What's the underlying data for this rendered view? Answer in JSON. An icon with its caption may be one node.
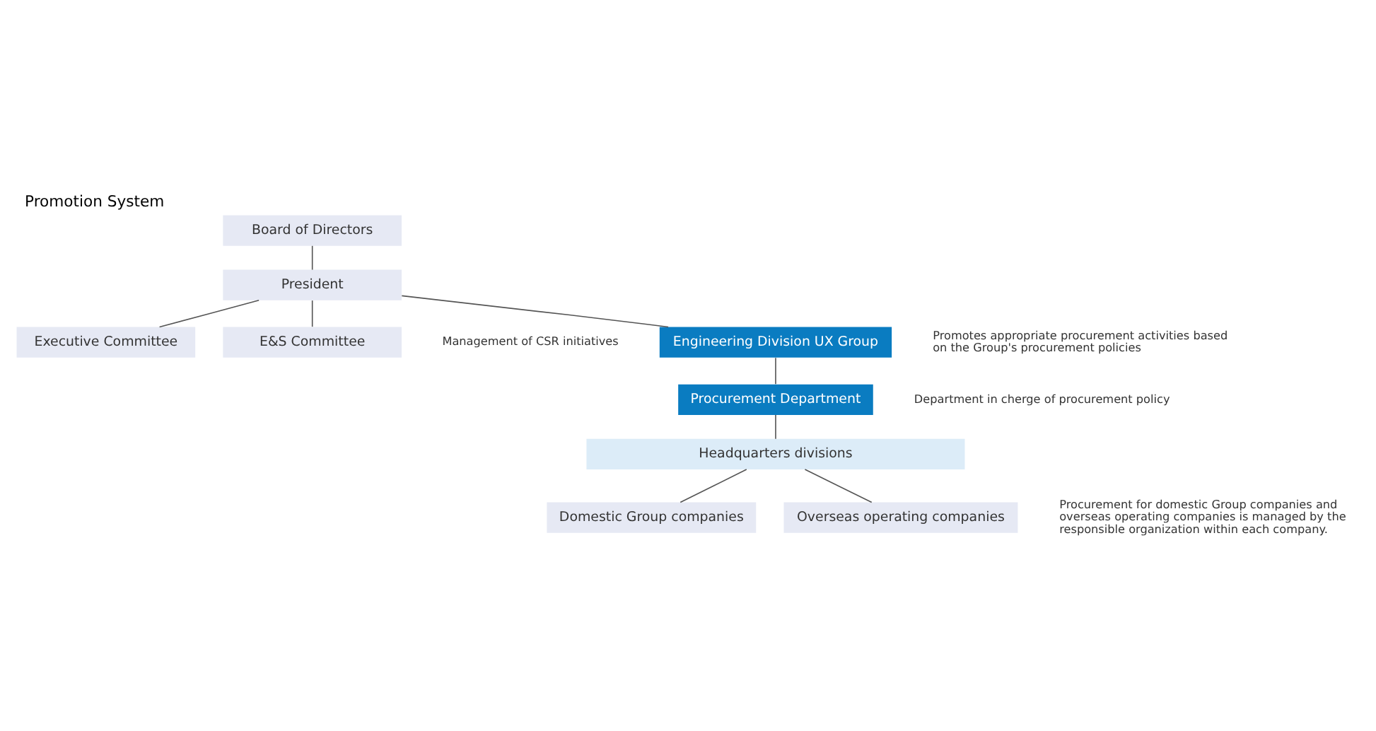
{
  "diagram": {
    "title": "Promotion System",
    "nodes": [
      {
        "text": [
          "Board of Directors"
        ]
      },
      {
        "text": [
          "President"
        ]
      },
      {
        "text": [
          "Executive Committee"
        ]
      },
      {
        "text": [
          "E&S Committee"
        ],
        "beside": [
          "Management of CSR initiatives"
        ]
      },
      {
        "text": [
          "Engineering Division UX Group"
        ],
        "beside": [
          "Promotes appropriate procurement activities based on the Group's procurement policies"
        ]
      },
      {
        "text": [
          "Procurement Department"
        ],
        "beside": [
          "Department in cherge of procurement policy"
        ]
      },
      {
        "text": [
          "Headquarters divisions"
        ]
      },
      {
        "text": [
          "Domestic Group companies"
        ]
      },
      {
        "text": [
          "Overseas operating companies"
        ]
      }
    ],
    "edges": [
      {
        "from": 0,
        "to": 1,
        "arrow": "none"
      },
      {
        "from": 1,
        "to": 2,
        "arrow": "none"
      },
      {
        "from": 1,
        "to": 3,
        "arrow": "none"
      },
      {
        "from": 1,
        "to": 4,
        "arrow": "none"
      },
      {
        "from": 4,
        "to": 5,
        "arrow": "none"
      },
      {
        "from": 5,
        "to": 6,
        "arrow": "none"
      },
      {
        "from": 6,
        "to": 7,
        "arrow": "none"
      },
      {
        "from": 6,
        "to": 8,
        "arrow": "none"
      }
    ],
    "labels": [
      "Procurement for domestic Group companies and overseas operating companies is managed by the responsible organization within each company."
    ]
  }
}
